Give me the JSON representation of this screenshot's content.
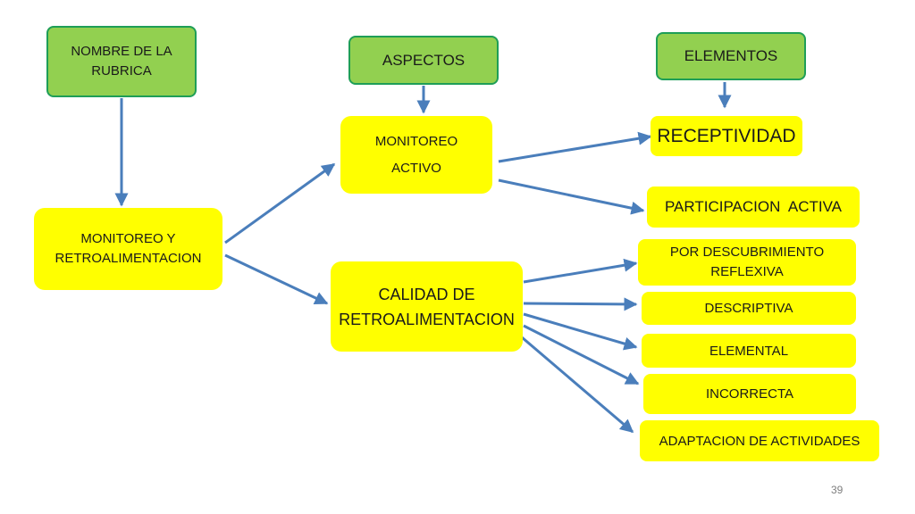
{
  "headers": {
    "rubric_name": "NOMBRE DE LA RUBRICA",
    "aspects": "ASPECTOS",
    "elements": "ELEMENTOS"
  },
  "nodes": {
    "root": "MONITOREO Y RETROALIMENTACION",
    "active_monitoring": "MONITOREO ACTIVO",
    "feedback_quality": "CALIDAD DE RETROALIMENTACION",
    "receptivity": "RECEPTIVIDAD",
    "active_participation": "PARTICIPACION  ACTIVA",
    "discovery": "POR DESCUBRIMIENTO REFLEXIVA",
    "descriptive": "DESCRIPTIVA",
    "elemental": "ELEMENTAL",
    "incorrect": "INCORRECTA",
    "adaptation": "ADAPTACION DE ACTIVIDADES"
  },
  "colors": {
    "header_fill": "#92d050",
    "header_border": "#1e9e57",
    "node_fill": "#ffff00",
    "connector": "#4a7ebb"
  },
  "page_number": "39"
}
